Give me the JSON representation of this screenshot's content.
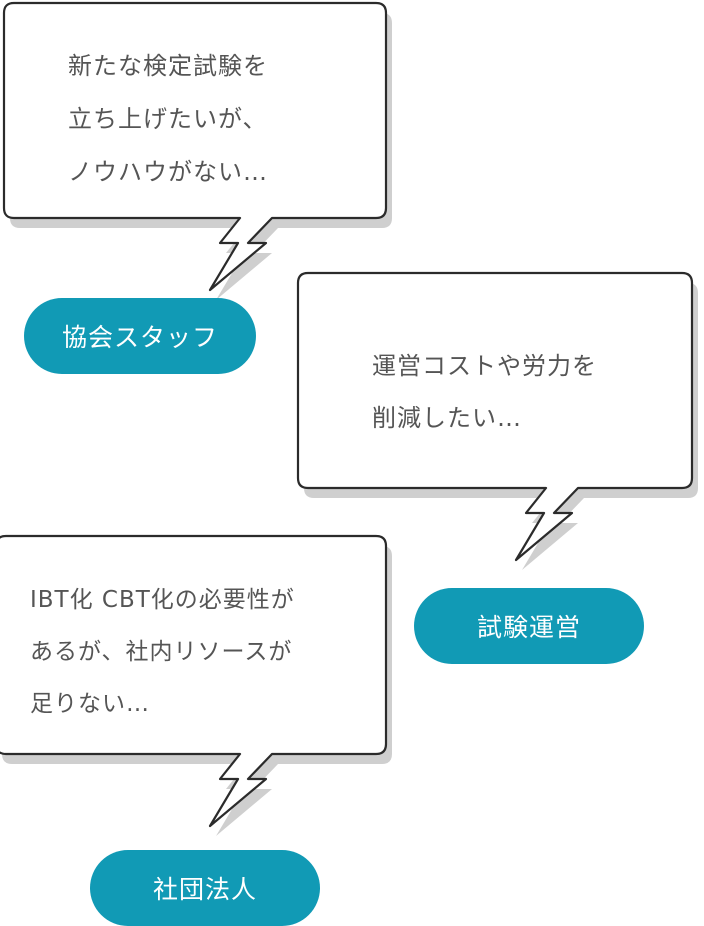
{
  "bubbles": [
    {
      "lines": [
        "新たな検定試験を",
        "立ち上げたいが、",
        "ノウハウがない…"
      ],
      "speaker": "協会スタッフ"
    },
    {
      "lines": [
        "運営コストや労力を",
        "削減したい…"
      ],
      "speaker": "試験運営"
    },
    {
      "lines": [
        "IBT化 CBT化の必要性が",
        "あるが、社内リソースが",
        "足りない…"
      ],
      "speaker": "社団法人"
    }
  ],
  "colors": {
    "pill": "#119ab5",
    "bubble_border": "#2b2b2b",
    "bubble_shadow": "#cfcfcf",
    "text": "#555555"
  }
}
